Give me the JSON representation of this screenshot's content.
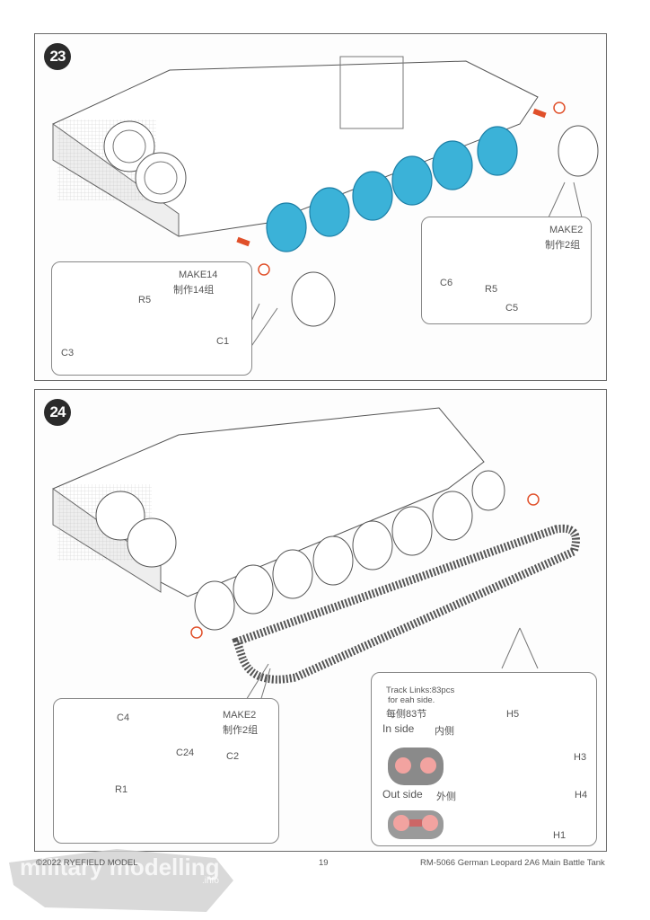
{
  "steps": [
    {
      "number": "23",
      "callouts": [
        {
          "make": "MAKE14",
          "make_cn": "制作14组",
          "parts": [
            "R5",
            "C1",
            "C3"
          ]
        },
        {
          "make": "MAKE2",
          "make_cn": "制作2组",
          "parts": [
            "C6",
            "R5",
            "C5"
          ]
        }
      ]
    },
    {
      "number": "24",
      "callouts": [
        {
          "make": "MAKE2",
          "make_cn": "制作2组",
          "parts": [
            "C4",
            "C24",
            "C2",
            "R1"
          ]
        },
        {
          "track_note": "Track Links:83pcs",
          "track_note2": "for eah side.",
          "track_note_cn": "每侧83节",
          "in_side": "In side",
          "in_side_cn": "内侧",
          "out_side": "Out side",
          "out_side_cn": "外侧",
          "parts": [
            "H5",
            "H3",
            "H4",
            "H1"
          ]
        }
      ]
    }
  ],
  "colors": {
    "highlight_wheel": "#3bb2d8",
    "glue_red": "#e0502a",
    "pin_pink": "#f2a3a0"
  },
  "footer": {
    "copyright": "©2022 RYEFIELD MODEL",
    "page": "19",
    "title": "RM-5066 German Leopard 2A6 Main Battle Tank"
  },
  "watermark": {
    "text": "military modelling",
    "sub": ".info"
  }
}
